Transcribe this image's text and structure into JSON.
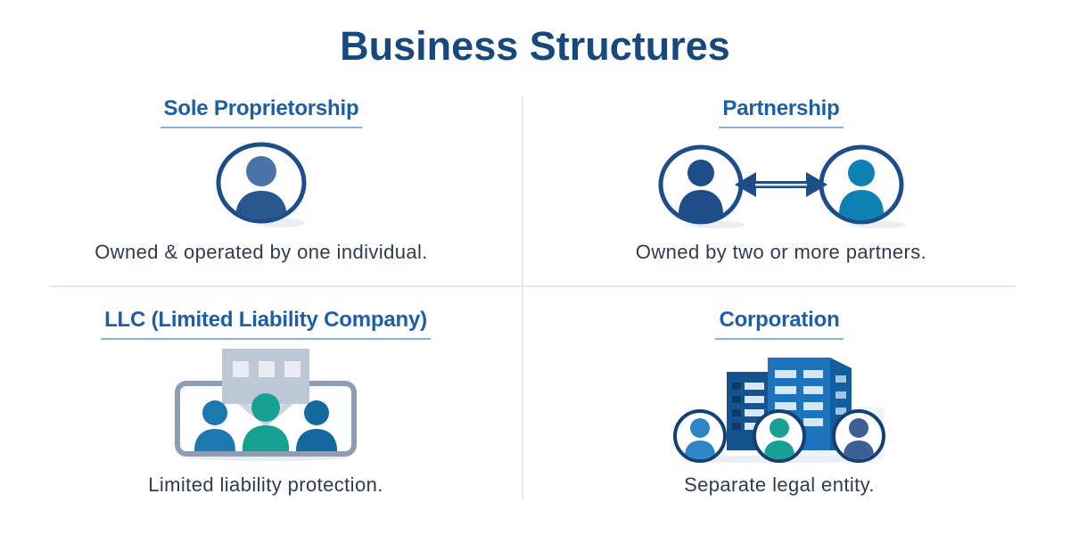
{
  "title": "Business Structures",
  "sections": [
    {
      "heading": "Sole Proprietorship",
      "description": "Owned & operated by one individual.",
      "icon": "single-person-in-circle"
    },
    {
      "heading": "Partnership",
      "description": "Owned by two or more partners.",
      "icon": "two-people-with-double-arrow"
    },
    {
      "heading": "LLC (Limited Liability Company)",
      "description": "Limited liability protection.",
      "icon": "three-people-in-frame"
    },
    {
      "heading": "Corporation",
      "description": "Separate legal entity.",
      "icon": "office-building-with-three-avatars"
    }
  ],
  "colors": {
    "title_blue": "#17497f",
    "heading_blue": "#1d5ea6",
    "underline_blue": "#8ab1de",
    "text_dark": "#2e3b52",
    "divider": "#e4e9f0",
    "navy": "#1d4e89",
    "person_head": "#4a74a8",
    "person_body": "#27598f",
    "teal_blue": "#0e80b3",
    "arrow_highlight": "#d8e6f2",
    "sign_gray": "#bcc8d6",
    "sign_window": "#e9edf3",
    "pointer_gray": "#ccd6e1",
    "frame_gray": "#8d9db4",
    "llc_blue": "#1d78b0",
    "llc_blue2": "#15689f",
    "llc_teal": "#16a091",
    "building_left": "#14538d",
    "building_front": "#1d74bd",
    "building_side": "#135f9e",
    "window_light": "#d6e7f6",
    "window_dark": "#0d3a66",
    "side_window": "#9ec4e6",
    "backdrop": "#eef3f8",
    "avatar_blue": "#2e86c6",
    "avatar_teal": "#16a096",
    "avatar_slate": "#3c5f96",
    "avatar_ring": "#123f76",
    "shadow": "#e9eef4"
  }
}
